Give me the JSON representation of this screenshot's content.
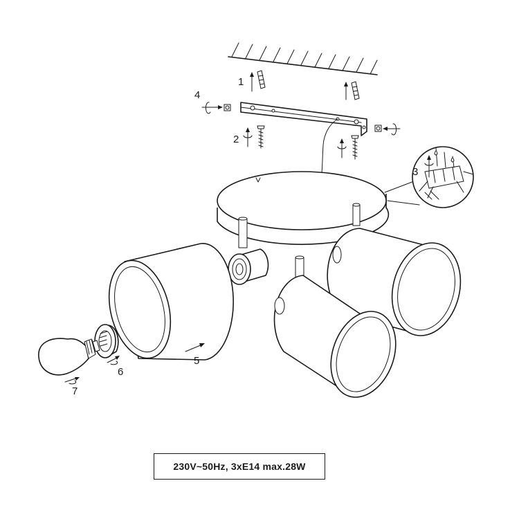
{
  "steps": [
    {
      "number": "1",
      "part": "wall-plug"
    },
    {
      "number": "2",
      "part": "mounting-screw"
    },
    {
      "number": "3",
      "part": "terminal-block"
    },
    {
      "number": "4",
      "part": "bracket-nut"
    },
    {
      "number": "5",
      "part": "lamp-shade"
    },
    {
      "number": "6",
      "part": "shade-ring"
    },
    {
      "number": "7",
      "part": "light-bulb"
    }
  ],
  "spec": {
    "text": "230V~50Hz, 3xE14  max.28W"
  },
  "colors": {
    "line": "#1a1a1a",
    "background": "#ffffff"
  }
}
